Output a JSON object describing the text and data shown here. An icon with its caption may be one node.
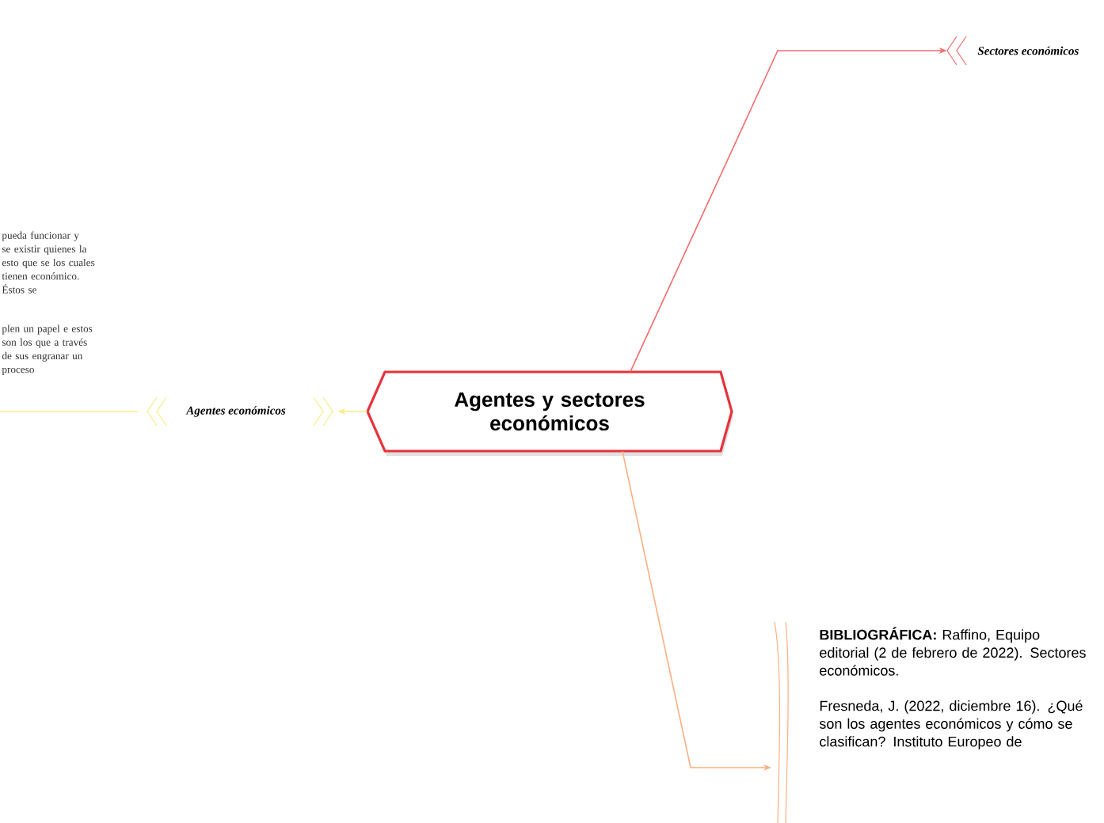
{
  "diagram": {
    "nodes": [
      {
        "text": [
          "Agentes y sectores económicos"
        ]
      },
      {
        "text": [
          "Sectores económicos"
        ]
      },
      {
        "text": [
          "Agentes económicos"
        ]
      },
      {
        "text": [
          "**BIBLIOGRÁFICA:** Raffino, Equipo editorial (2 de febrero de 2022). Sectores económicos.",
          "Fresneda, J. (2022, diciembre 16). ¿Qué son los agentes económicos y cómo se clasifican? Instituto Europeo de"
        ]
      }
    ],
    "edges": [
      {
        "from": 0,
        "to": 1,
        "arrow": "to",
        "color": "#f26b6b"
      },
      {
        "from": 0,
        "to": 2,
        "arrow": "to",
        "color": "#f5ee84"
      },
      {
        "from": 0,
        "to": 3,
        "arrow": "to",
        "color": "#fbb083"
      },
      {
        "from": 2,
        "to": null,
        "arrow": "none",
        "color": "#f5ee84"
      }
    ],
    "labels": [
      "pueda funcionar y se existir quienes la esto que se los cuales tienen económico. Éstos se",
      "plen un papel e estos son los que a través de sus engranar un proceso"
    ]
  }
}
